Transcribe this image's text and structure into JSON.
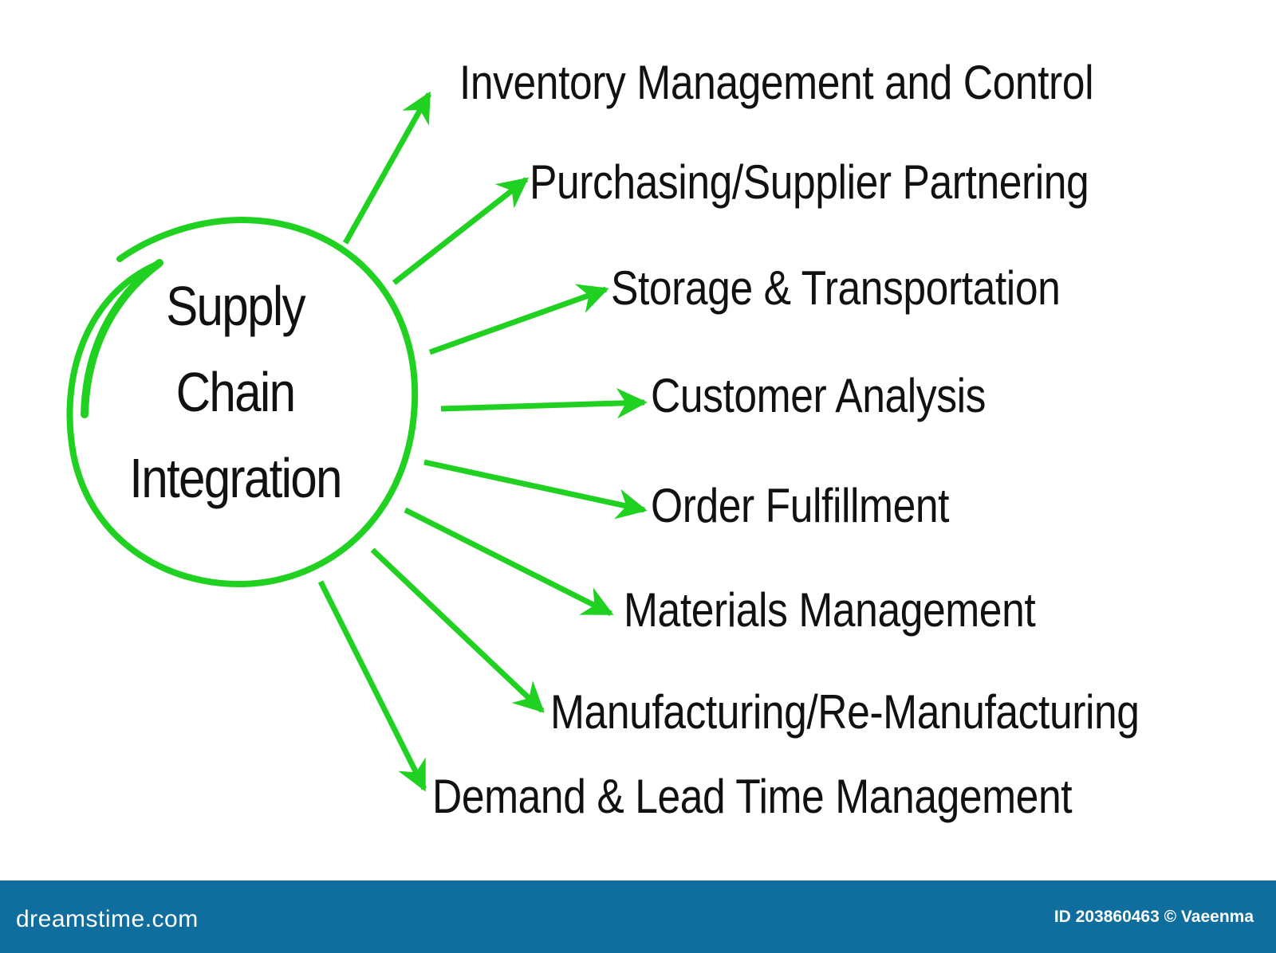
{
  "center": {
    "lines": [
      "Supply",
      "Chain",
      "Integration"
    ]
  },
  "items": [
    "Inventory Management and Control",
    "Purchasing/Supplier Partnering",
    "Storage & Transportation",
    "Customer Analysis",
    "Order Fulfillment",
    "Materials Management",
    "Manufacturing/Re-Manufacturing",
    "Demand & Lead Time Management"
  ],
  "colors": {
    "accent": "#21d121",
    "text": "#111111",
    "footer": "#0f6e9e"
  },
  "footer": {
    "brand": "dreamstime.com",
    "credit": "ID 203860463 © Vaeenma"
  }
}
